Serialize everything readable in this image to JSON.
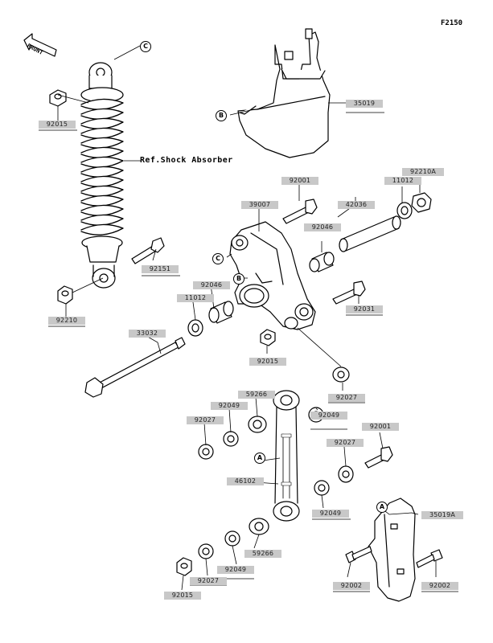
{
  "figure_id": "F2150",
  "front_label": "FRONT",
  "ref_label": "Ref.Shock Absorber",
  "callouts": {
    "a": "A",
    "b": "B",
    "c": "C"
  },
  "parts": {
    "p92015_top": "92015",
    "p35019": "35019",
    "p92001_a": "92001",
    "p39007": "39007",
    "p42036": "42036",
    "p11012_r": "11012",
    "p92210a": "92210A",
    "p92046_r": "92046",
    "p92151": "92151",
    "p92046_l": "92046",
    "p11012_l": "11012",
    "p92031": "92031",
    "p92210": "92210",
    "p33032": "33032",
    "p92015_mid": "92015",
    "p92027_r": "92027",
    "p59266": "59266",
    "p92049_a": "92049",
    "p92049_b": "92049",
    "p92027_l": "92027",
    "p92001_b": "92001",
    "p92027_m": "92027",
    "p46102": "46102",
    "p92049_c": "92049",
    "p35019a": "35019A",
    "p59266_b": "59266",
    "p92049_d": "92049",
    "p92027_b": "92027",
    "p92015_bot": "92015",
    "p92002_l": "92002",
    "p92002_r": "92002"
  }
}
